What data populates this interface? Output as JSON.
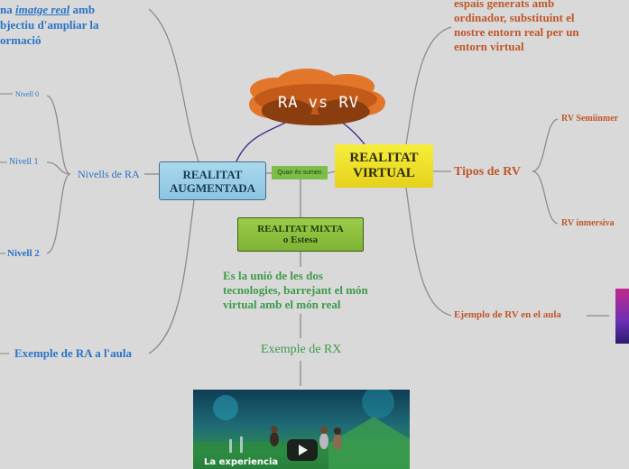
{
  "central": {
    "title": "RA vs RV"
  },
  "left": {
    "intro_prefix": "na ",
    "intro_link": "imatge real",
    "intro_rest_1": " amb",
    "intro_line2": "bjectiu d'ampliar la",
    "intro_line3": "ormació",
    "nivells": {
      "label": "Nivells de RA",
      "n0": "Nivell 0",
      "n1": "Nivell 1",
      "n2": "Nivell 2"
    },
    "exemple": "Exemple de RA a l'aula"
  },
  "ra": {
    "line1": "REALITAT",
    "line2": "AUGMENTADA"
  },
  "connector": {
    "label": "Quan és sumen"
  },
  "rv": {
    "line1": "REALITAT",
    "line2": "VIRTUAL"
  },
  "right": {
    "def_line1": "espais generats amb",
    "def_line2": "ordinador, substituint el",
    "def_line3": "nostre entorn real per un",
    "def_line4": "entorn virtual",
    "tipos": "Tipos de RV",
    "semi": "RV Semiinmer",
    "inmersiva": "RV inmersiva",
    "ejemplo": "Ejemplo de RV en el aula"
  },
  "rx": {
    "line1": "REALITAT   MIXTA",
    "line2": "o   Estesa"
  },
  "rx_desc": {
    "line1": "Es la unió de les dos",
    "line2": "tecnologies, barrejant el món",
    "line3": "virtual amb el món real"
  },
  "rx_example": "Exemple de RX",
  "video": {
    "caption": "La experiencia"
  },
  "colors": {
    "background": "#d9d9d9",
    "blue_text": "#2a74c7",
    "orange_text": "#c0572a",
    "green_text": "#3e9b4a",
    "cloud": "#e2762a",
    "connector_purple": "#4b2a8a"
  }
}
